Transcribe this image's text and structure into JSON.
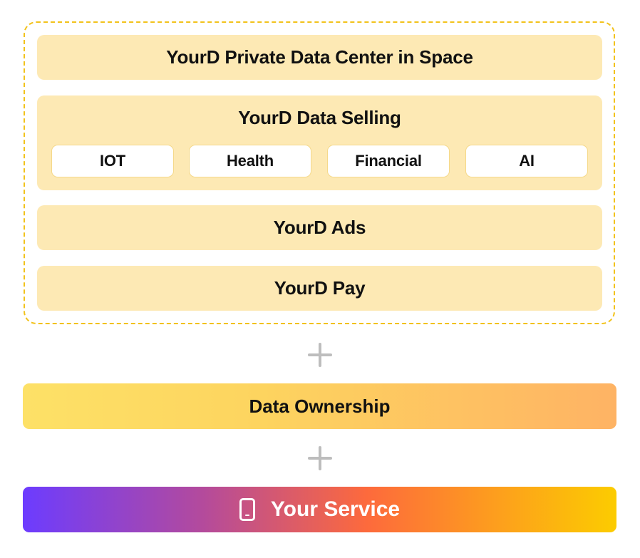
{
  "stack": {
    "data_center": "YourD Private Data Center in Space",
    "data_selling": {
      "title": "YourD Data Selling",
      "categories": [
        "IOT",
        "Health",
        "Financial",
        "AI"
      ]
    },
    "ads": "YourD Ads",
    "pay": "YourD Pay"
  },
  "connectors": {
    "plus_symbol": "+"
  },
  "layers": {
    "data_ownership": "Data Ownership",
    "your_service": "Your Service",
    "your_service_icon": "phone-icon"
  },
  "colors": {
    "card_fill": "#fde9b4",
    "frame_dash": "#f2c21b",
    "ownership_gradient": [
      "#fde167",
      "#feb364"
    ],
    "service_gradient": [
      "#6c3cff",
      "#fd6a3c",
      "#fccc00"
    ],
    "plus": "#bdbdbd"
  }
}
